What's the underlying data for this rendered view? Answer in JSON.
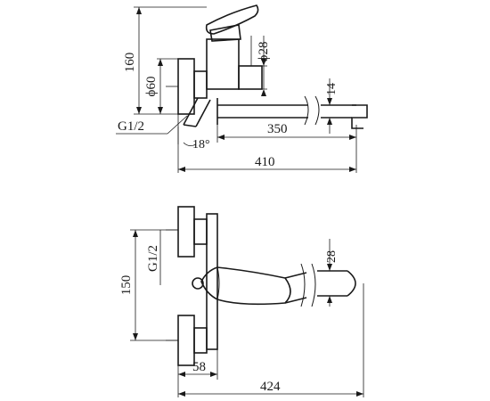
{
  "side_view": {
    "height_label": "160",
    "body_diameter_label": "ϕ28",
    "flange_diameter_label": "ϕ60",
    "spout_thickness_label": "14",
    "thread_label": "G1/2",
    "angle_label": "18°",
    "spout_reach_label": "350",
    "total_length_label": "410"
  },
  "top_view": {
    "thread_label": "G1/2",
    "center_distance_label": "150",
    "spout_width_label": "28",
    "body_depth_label": "58",
    "total_length_label": "424"
  },
  "colors": {
    "line": "#1a1a1a",
    "background": "#ffffff"
  }
}
